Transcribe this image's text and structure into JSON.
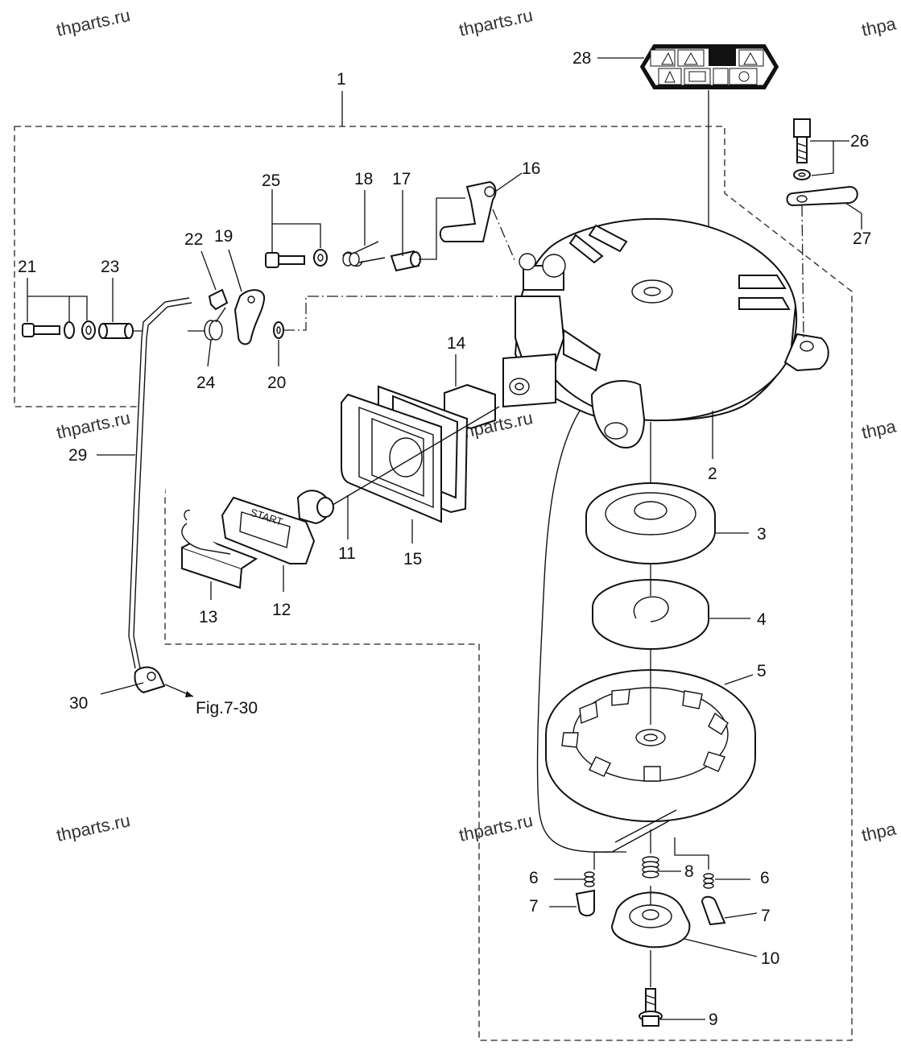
{
  "watermarks": [
    "thparts.ru",
    "thparts.ru",
    "thpa",
    "thparts.ru",
    "thpa",
    "thparts.ru",
    "thparts.ru",
    "thpa"
  ],
  "labels": {
    "1": "1",
    "2": "2",
    "3": "3",
    "4": "4",
    "5": "5",
    "6a": "6",
    "6b": "6",
    "7a": "7",
    "7b": "7",
    "8": "8",
    "9": "9",
    "10": "10",
    "11": "11",
    "12": "12",
    "13": "13",
    "14": "14",
    "15": "15",
    "16": "16",
    "17": "17",
    "18": "18",
    "19": "19",
    "20": "20",
    "21": "21",
    "22": "22",
    "23": "23",
    "24": "24",
    "25": "25",
    "26": "26",
    "27": "27",
    "28": "28",
    "29": "29",
    "30": "30"
  },
  "handle_text": "START",
  "figure_reference": "Fig.7-30",
  "colors": {
    "line": "#111111",
    "background": "#ffffff",
    "decal": "#111111"
  }
}
